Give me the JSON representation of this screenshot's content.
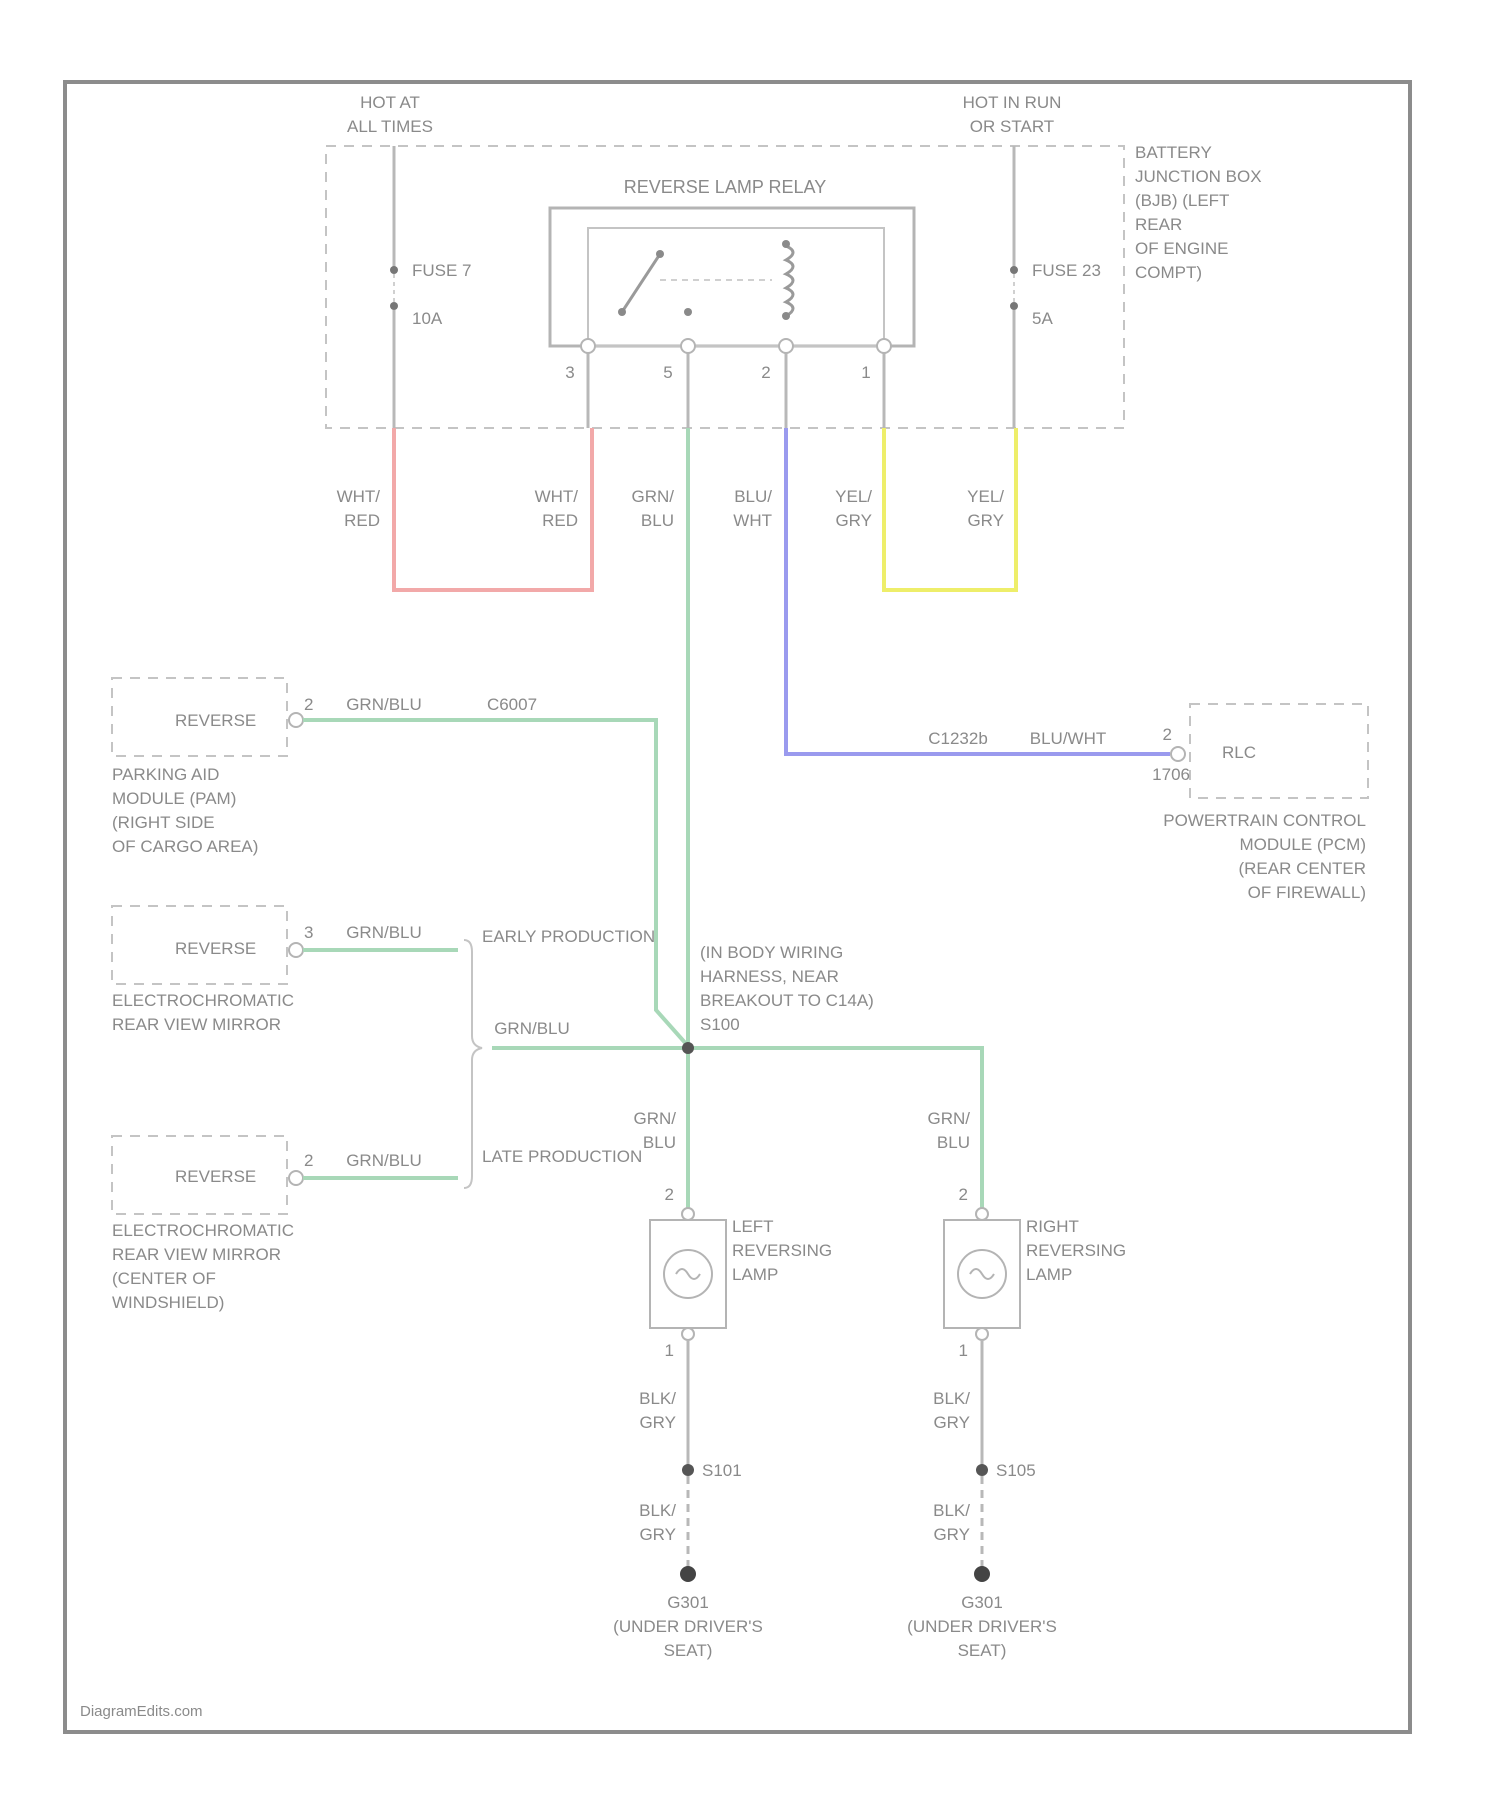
{
  "power": {
    "left_line1": "HOT AT",
    "left_line2": "ALL TIMES",
    "right_line1": "HOT IN RUN",
    "right_line2": "OR START"
  },
  "junction_box": {
    "lines": [
      "BATTERY",
      "JUNCTION BOX",
      "(BJB) (LEFT",
      "REAR",
      "OF ENGINE",
      "COMPT)"
    ]
  },
  "relay": {
    "title": "REVERSE LAMP RELAY",
    "pins": [
      "3",
      "5",
      "2",
      "1"
    ]
  },
  "fuses": {
    "left_name": "FUSE 7",
    "left_rating": "10A",
    "right_name": "FUSE 23",
    "right_rating": "5A"
  },
  "wires": {
    "wht_red_a": [
      "WHT/",
      "RED"
    ],
    "wht_red_b": [
      "WHT/",
      "RED"
    ],
    "grn_blu_main": [
      "GRN/",
      "BLU"
    ],
    "blu_wht": [
      "BLU/",
      "WHT"
    ],
    "yel_gry_a": [
      "YEL/",
      "GRY"
    ],
    "yel_gry_b": [
      "YEL/",
      "GRY"
    ],
    "pam_wire": "GRN/BLU",
    "pam_circuit": "C6007",
    "pcm_circuit": "C1232b",
    "pcm_wire": "BLU/WHT",
    "mirror1_wire": "GRN/BLU",
    "mirror2_wire": "GRN/BLU",
    "mid_wire": "GRN/BLU",
    "left_lamp_feed": [
      "GRN/",
      "BLU"
    ],
    "right_lamp_feed": [
      "GRN/",
      "BLU"
    ],
    "left_ground_a": [
      "BLK/",
      "GRY"
    ],
    "right_ground_a": [
      "BLK/",
      "GRY"
    ],
    "left_ground_b": [
      "BLK/",
      "GRY"
    ],
    "right_ground_b": [
      "BLK/",
      "GRY"
    ]
  },
  "pam": {
    "box_label": "REVERSE",
    "pin": "2",
    "lines": [
      "PARKING AID",
      "MODULE (PAM)",
      "(RIGHT SIDE",
      "OF CARGO AREA)"
    ]
  },
  "pcm": {
    "box_label": "RLC",
    "pin": "2",
    "connector": "1706",
    "lines": [
      "POWERTRAIN CONTROL",
      "MODULE (PCM)",
      "(REAR CENTER",
      "OF FIREWALL)"
    ]
  },
  "mirror_early": {
    "box_label": "REVERSE",
    "pin": "3",
    "lines": [
      "ELECTROCHROMATIC",
      "REAR VIEW MIRROR"
    ]
  },
  "mirror_late": {
    "box_label": "REVERSE",
    "pin": "2",
    "lines": [
      "ELECTROCHROMATIC",
      "REAR VIEW MIRROR",
      "(CENTER OF",
      "WINDSHIELD)"
    ]
  },
  "production": {
    "early": "EARLY PRODUCTION",
    "late": "LATE PRODUCTION"
  },
  "splice": {
    "lines": [
      "(IN BODY WIRING",
      "HARNESS, NEAR",
      "BREAKOUT TO C14A)",
      "S100"
    ]
  },
  "left_lamp": {
    "lines": [
      "LEFT",
      "REVERSING",
      "LAMP"
    ],
    "pin_top": "2",
    "pin_bottom": "1"
  },
  "right_lamp": {
    "lines": [
      "RIGHT",
      "REVERSING",
      "LAMP"
    ],
    "pin_top": "2",
    "pin_bottom": "1"
  },
  "grounds": {
    "left_splice": "S101",
    "right_splice": "S105",
    "left_lines": [
      "G301",
      "(UNDER DRIVER'S",
      "SEAT)"
    ],
    "right_lines": [
      "G301",
      "(UNDER DRIVER'S",
      "SEAT)"
    ]
  },
  "watermark": "DiagramEdits.com",
  "colors": {
    "wht_red": "#f2a9a9",
    "grn_blu": "#a8d8b8",
    "blu_wht": "#9a9aee",
    "yel_gry": "#eeee6a",
    "line": "#b8b8b8",
    "text": "#8a8a8a"
  }
}
